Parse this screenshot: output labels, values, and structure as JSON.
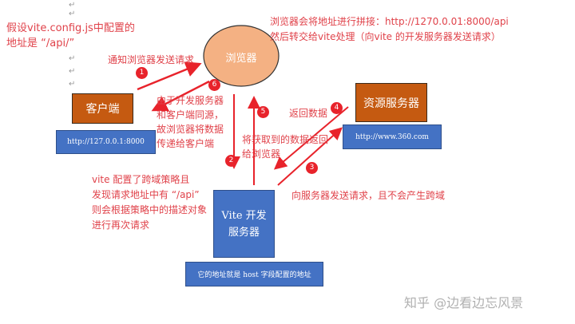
{
  "notes": {
    "config_note": [
      "假设vite.config.js中配置的",
      "地址是 “/api/”"
    ],
    "browser_note": [
      "浏览器会将地址进行拼接：http://1270.0.01:8000/api",
      "然后转交给vite处理（向vite 的开发服务器发送请求）"
    ],
    "step1": "通知浏览器发送请求",
    "step6": [
      "由于开发服务器",
      "和客户端同源，",
      "故浏览器将数据",
      "传递给客户端"
    ],
    "step5": [
      "将获取到的数据返回",
      "给浏览器"
    ],
    "step4": "返回数据",
    "vite_note": [
      "vite 配置了跨域策略且",
      "发现请求地址中有 “/api”",
      "则会根据策略中的描述对象",
      "进行再次请求"
    ],
    "step3": "向服务器发送请求，且不会产生跨域"
  },
  "nodes": {
    "browser": "浏览器",
    "client": "客户端",
    "client_url": "http://127.0.0.1:8000",
    "resource_server": "资源服务器",
    "resource_url": "http://www.360.com",
    "vite_server": [
      "Vite 开发",
      "服务器"
    ],
    "vite_host": "它的地址就是 host 字段配置的地址"
  },
  "badges": [
    "1",
    "2",
    "3",
    "4",
    "5",
    "6"
  ],
  "return_mark": "↵",
  "watermark": "知乎 @边看边忘风景",
  "colors": {
    "annotation": "#e0424a",
    "arrow": "#e8232b",
    "brown_box": "#c55a11",
    "blue_box": "#4472c4",
    "browser_ellipse": "#f4b183"
  }
}
